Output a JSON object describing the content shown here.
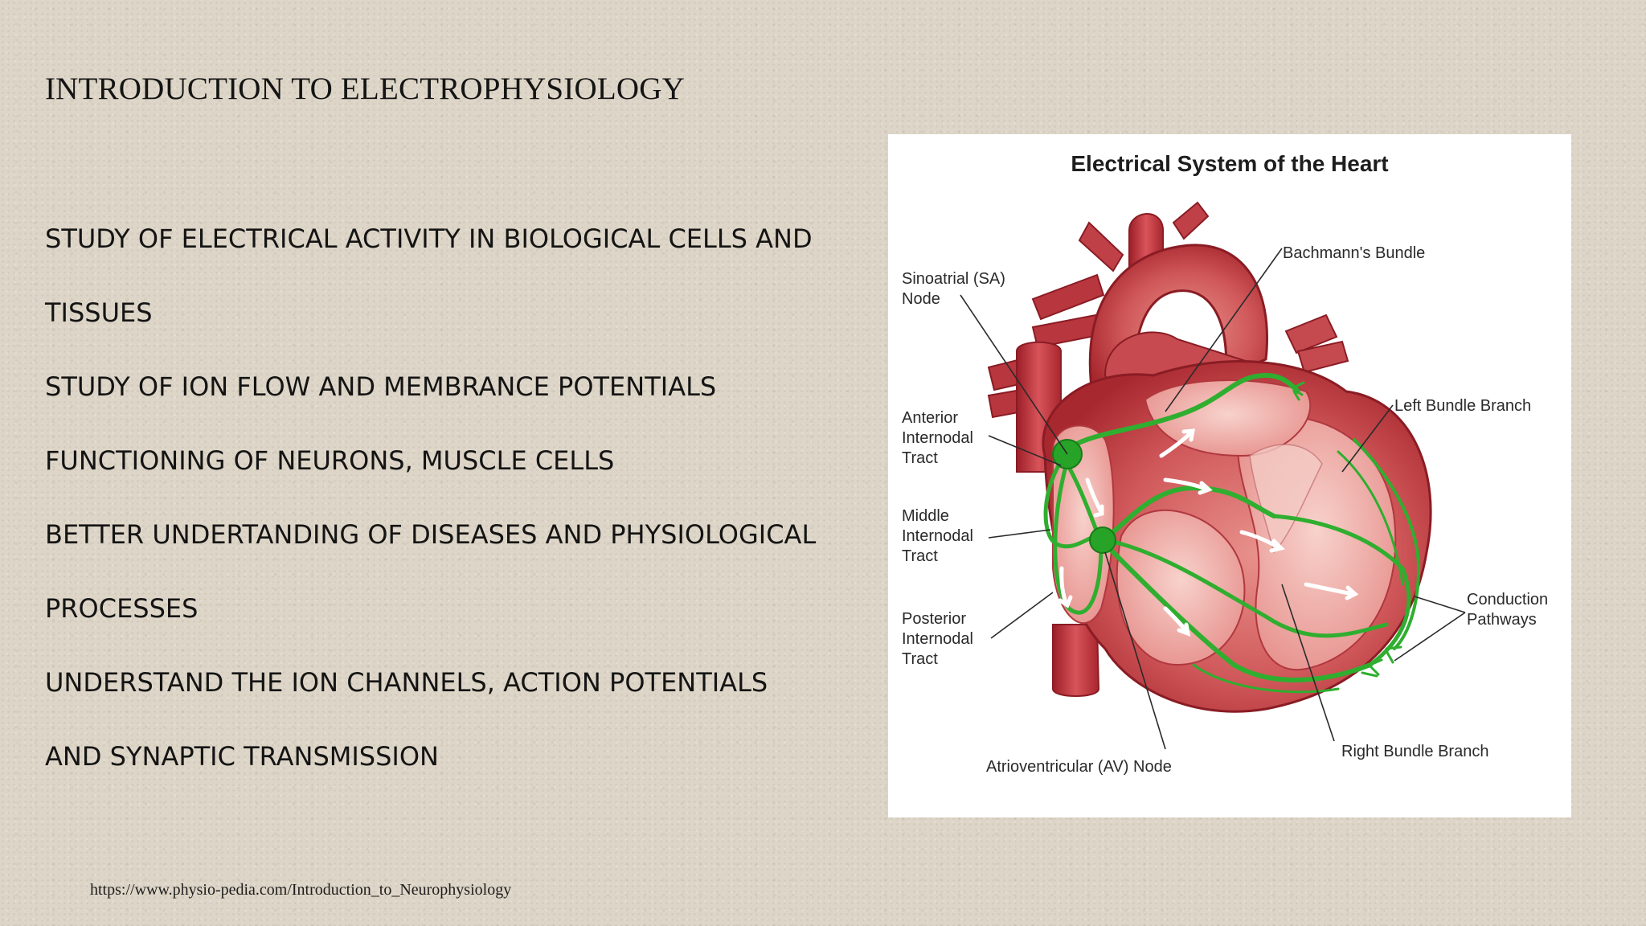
{
  "slide": {
    "title": "INTRODUCTION TO ELECTROPHYSIOLOGY",
    "lines": [
      "STUDY OF ELECTRICAL ACTIVITY IN BIOLOGICAL CELLS AND",
      "TISSUES",
      "STUDY OF ION FLOW AND MEMBRANCE POTENTIALS",
      "FUNCTIONING OF NEURONS, MUSCLE CELLS",
      "BETTER UNDERTANDING OF DISEASES AND PHYSIOLOGICAL",
      "PROCESSES",
      "UNDERSTAND THE ION CHANNELS, ACTION POTENTIALS",
      "AND SYNAPTIC TRANSMISSION"
    ],
    "source": "https://www.physio-pedia.com/Introduction_to_Neurophysiology"
  },
  "figure": {
    "title": "Electrical System of the Heart",
    "labels": {
      "sa_line1": "Sinoatrial (SA)",
      "sa_line2": "Node",
      "bachmann": "Bachmann's Bundle",
      "left_bundle": "Left Bundle Branch",
      "anterior_line1": "Anterior",
      "anterior_line2": "Internodal",
      "anterior_line3": "Tract",
      "middle_line1": "Middle",
      "middle_line2": "Internodal",
      "middle_line3": "Tract",
      "posterior_line1": "Posterior",
      "posterior_line2": "Internodal",
      "posterior_line3": "Tract",
      "conduction_line1": "Conduction",
      "conduction_line2": "Pathways",
      "av_node": "Atrioventricular (AV) Node",
      "right_bundle": "Right Bundle Branch"
    },
    "colors": {
      "myocardium": "#c8464a",
      "myocardium_light": "#e48a88",
      "chamber": "#f0b4ae",
      "conduction": "#2fae2f",
      "arrow": "#ffffff"
    }
  }
}
